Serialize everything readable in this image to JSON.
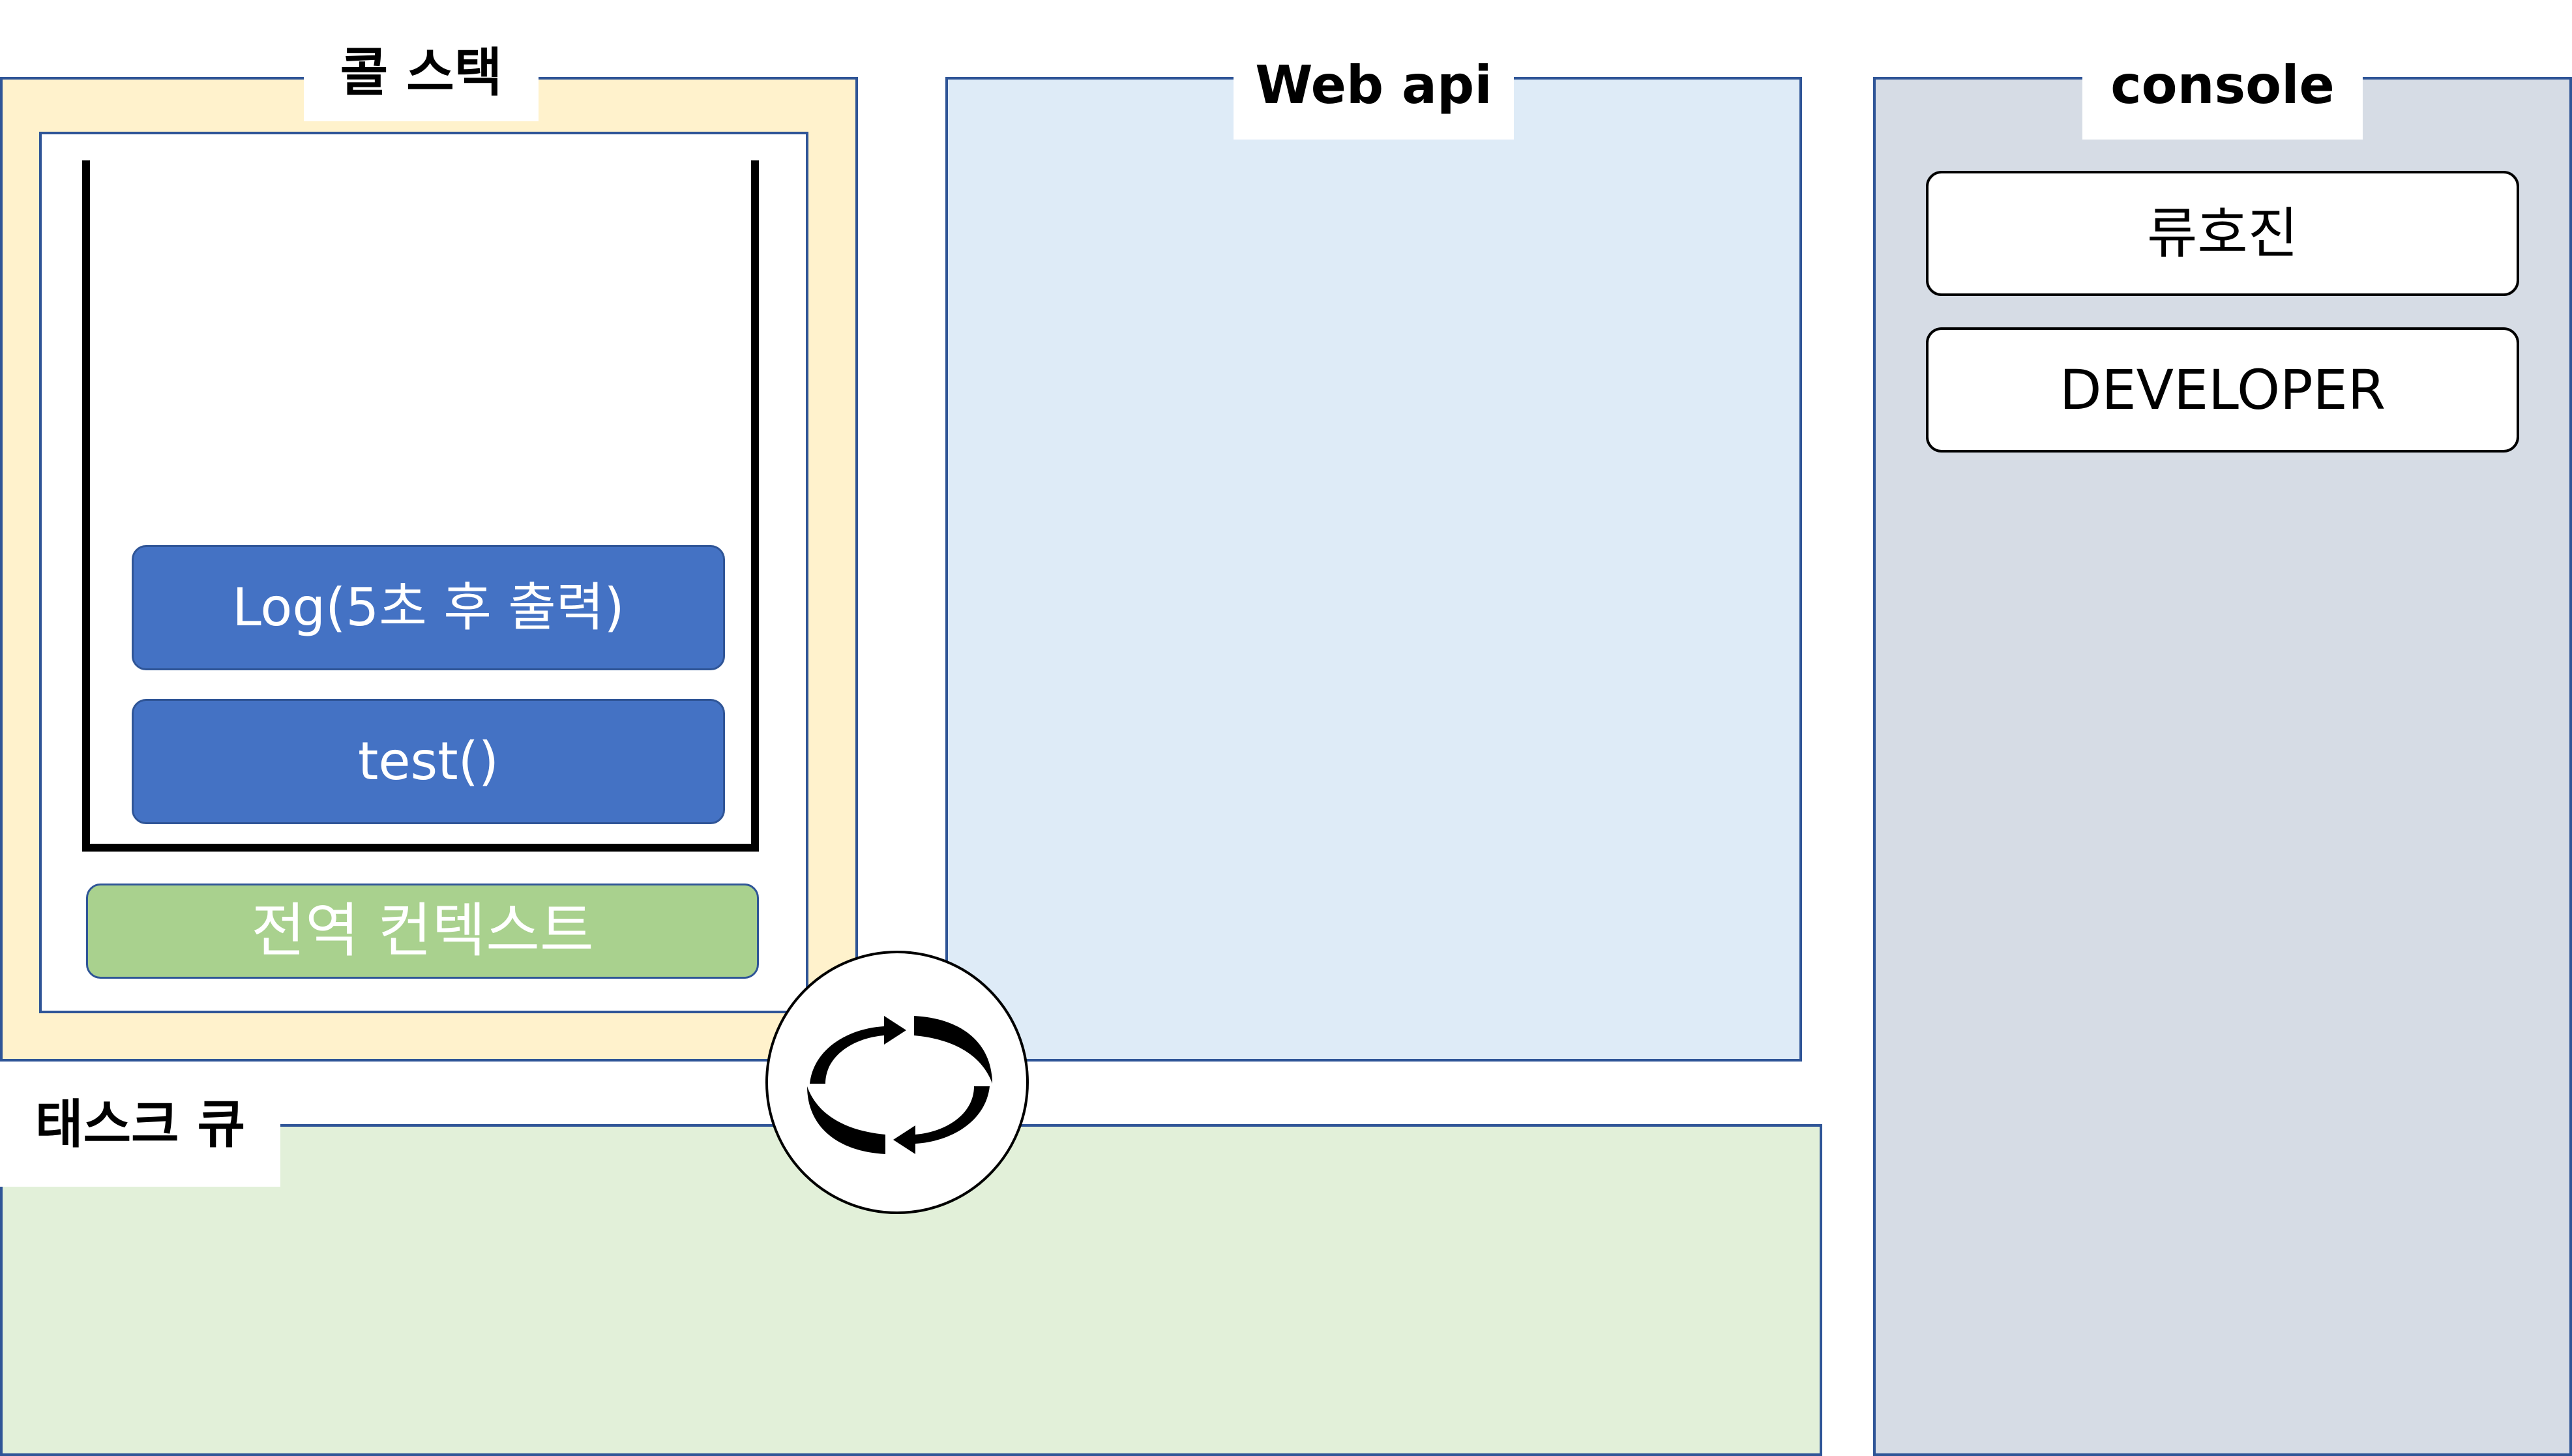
{
  "call_stack": {
    "title": "콜 스택",
    "frames": [
      "Log(5초 후 출력)",
      "test()"
    ],
    "global_context": "전역 컨텍스트"
  },
  "web_api": {
    "title": "Web api"
  },
  "console": {
    "title": "console",
    "lines": [
      "류호진",
      "DEVELOPER"
    ]
  },
  "task_queue": {
    "title": "태스크 큐"
  },
  "event_loop": {
    "icon": "event-loop-cycle-icon"
  },
  "colors": {
    "border": "#2F5597",
    "call_stack_bg": "#FFF2CC",
    "web_api_bg": "#DEEBF7",
    "console_bg": "#D6DCE5",
    "task_queue_bg": "#E2F0D9",
    "frame_blue": "#4472C4",
    "frame_green": "#A9D18E"
  }
}
